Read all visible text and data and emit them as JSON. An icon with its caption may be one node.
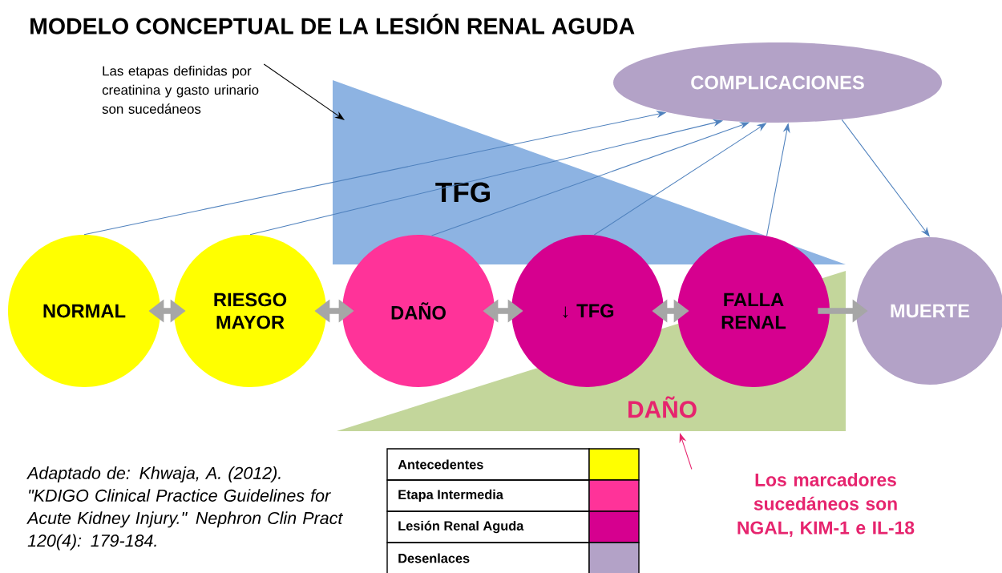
{
  "diagram": {
    "title": "MODELO CONCEPTUAL DE LA LESIÓN RENAL AGUDA",
    "nodes": [
      {
        "text": [
          "NORMAL"
        ]
      },
      {
        "text": [
          "RIESGO MAYOR"
        ]
      },
      {
        "text": [
          "DAÑO"
        ]
      },
      {
        "text": [
          "↓ TFG"
        ]
      },
      {
        "text": [
          "FALLA RENAL"
        ]
      },
      {
        "text": [
          "MUERTE"
        ]
      },
      {
        "text": [
          "COMPLICACIONES"
        ]
      },
      {
        "text": [
          "TFG"
        ]
      },
      {
        "text": [
          "DAÑO"
        ]
      },
      {
        "text": [
          "Las etapas definidas por creatinina y gasto urinario son sucedáneos"
        ]
      },
      {
        "text": [
          "Los marcadores sucedáneos son NGAL, KIM-1 e IL-18"
        ]
      }
    ],
    "edges": [
      {
        "from": 0,
        "to": 1,
        "arrow": "both",
        "style": "thick",
        "color": "#a6a6a6"
      },
      {
        "from": 1,
        "to": 2,
        "arrow": "both",
        "style": "thick",
        "color": "#a6a6a6"
      },
      {
        "from": 2,
        "to": 3,
        "arrow": "both",
        "style": "thick",
        "color": "#a6a6a6"
      },
      {
        "from": 3,
        "to": 4,
        "arrow": "both",
        "style": "thick",
        "color": "#a6a6a6"
      },
      {
        "from": 4,
        "to": 5,
        "arrow": "to",
        "style": "thick",
        "color": "#a6a6a6"
      },
      {
        "from": 0,
        "to": 6,
        "arrow": "to"
      },
      {
        "from": 1,
        "to": 6,
        "arrow": "to"
      },
      {
        "from": 2,
        "to": 6,
        "arrow": "to"
      },
      {
        "from": 3,
        "to": 6,
        "arrow": "to"
      },
      {
        "from": 4,
        "to": 6,
        "arrow": "to"
      },
      {
        "from": 6,
        "to": 5,
        "arrow": "to"
      },
      {
        "from": 9,
        "to": null,
        "arrow": "to",
        "color": "#000000"
      },
      {
        "from": 10,
        "to": 8,
        "arrow": "to",
        "color": "#e6246e"
      }
    ],
    "labels": [
      "Adaptado de: Khwaja, A. (2012). \"KDIGO Clinical Practice Guidelines for Acute Kidney Injury.\" Nephron Clin Pract 120(4): 179-184."
    ],
    "legend": [
      {
        "text": "Antecedentes",
        "color": "#ffff00"
      },
      {
        "text": "Etapa Intermedia",
        "color": "#ff3399"
      },
      {
        "text": "Lesión Renal Aguda",
        "color": "#d6008f"
      },
      {
        "text": "Desenlaces",
        "color": "#b3a2c7"
      }
    ]
  }
}
